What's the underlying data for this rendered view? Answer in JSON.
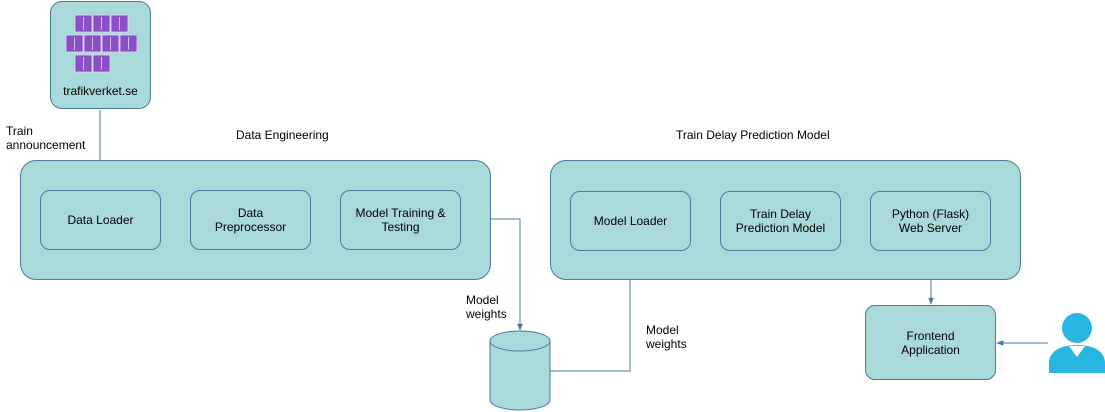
{
  "source": {
    "label": "trafikverket.se",
    "icon": "cube-grid-icon"
  },
  "edge_labels": {
    "train_announcement": "Train\nannouncement",
    "model_weights_out": "Model\nweights",
    "model_weights_in": "Model\nweights"
  },
  "groups": {
    "data_engineering": {
      "title": "Data Engineering",
      "nodes": {
        "data_loader": "Data Loader",
        "data_preprocessor": "Data\nPreprocessor",
        "model_training": "Model Training &\nTesting"
      }
    },
    "prediction_model": {
      "title": "Train Delay Prediction Model",
      "nodes": {
        "model_loader": "Model Loader",
        "train_delay_model": "Train Delay\nPrediction Model",
        "web_server": "Python (Flask)\nWeb Server"
      }
    }
  },
  "frontend": {
    "label": "Frontend\nApplication"
  },
  "storage": {
    "icon": "database-cylinder-icon"
  },
  "user": {
    "icon": "user-icon"
  },
  "colors": {
    "fill": "#a9d9d9",
    "stroke": "#4a7a9c",
    "cube": "#8a4fc4",
    "user": "#29b6e0"
  }
}
